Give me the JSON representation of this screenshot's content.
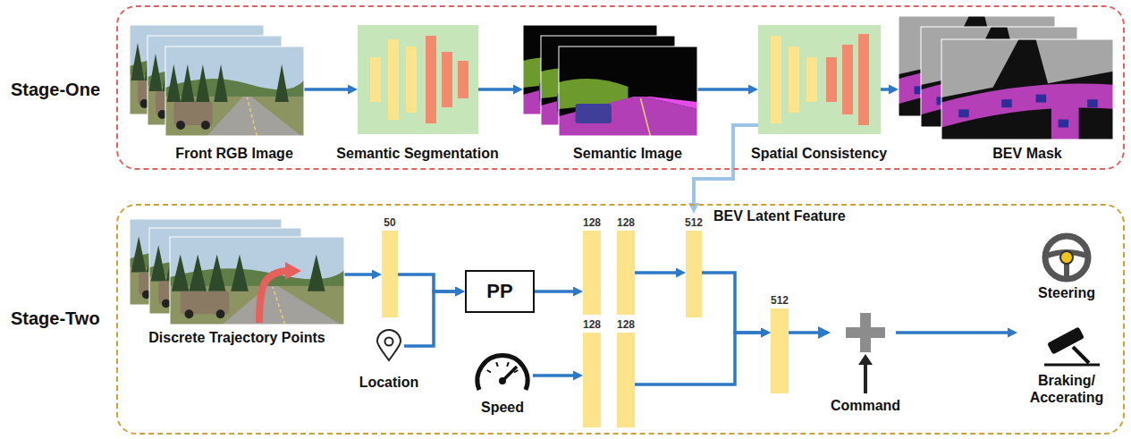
{
  "diagram": {
    "nodes": [
      {
        "text": [
          "Stage-One"
        ]
      },
      {
        "text": [
          "Front RGB Image"
        ],
        "in": 0
      },
      {
        "text": [
          "Semantic Segmentation"
        ],
        "in": 0
      },
      {
        "text": [
          "Semantic Image"
        ],
        "in": 0
      },
      {
        "text": [
          "Spatial Consistency"
        ],
        "in": 0
      },
      {
        "text": [
          "BEV Mask"
        ],
        "in": 0
      },
      {
        "text": [
          "Stage-Two"
        ]
      },
      {
        "text": [
          "Discrete Trajectory Points"
        ],
        "in": 6
      },
      {
        "text": [
          "50"
        ],
        "in": 6
      },
      {
        "text": [
          "Location"
        ],
        "in": 6
      },
      {
        "text": [
          "PP"
        ],
        "in": 6
      },
      {
        "text": [
          "128"
        ],
        "in": 6
      },
      {
        "text": [
          "128"
        ],
        "in": 6
      },
      {
        "text": [
          "512"
        ],
        "in": 6
      },
      {
        "text": [
          "Speed"
        ],
        "in": 6
      },
      {
        "text": [
          "128"
        ],
        "in": 6
      },
      {
        "text": [
          "128"
        ],
        "in": 6
      },
      {
        "text": [
          "512"
        ],
        "in": 6
      },
      {
        "text": [
          "Steering",
          "Braking/ Accerating"
        ],
        "in": 6
      }
    ],
    "edges": [
      {
        "from": 1,
        "to": 2,
        "arrow": "to"
      },
      {
        "from": 2,
        "to": 3,
        "arrow": "to"
      },
      {
        "from": 3,
        "to": 4,
        "arrow": "to"
      },
      {
        "from": 4,
        "to": 5,
        "arrow": "to"
      },
      {
        "from": 4,
        "to": 13,
        "label": "BEV Latent Feature",
        "arrow": "to"
      },
      {
        "from": 7,
        "to": 8,
        "arrow": "to"
      },
      {
        "from": 8,
        "to": 10,
        "arrow": "to"
      },
      {
        "from": 9,
        "to": 10,
        "arrow": "to"
      },
      {
        "from": 10,
        "to": 11,
        "arrow": "to"
      },
      {
        "from": 12,
        "to": 13,
        "arrow": "to"
      },
      {
        "from": 14,
        "to": 15,
        "arrow": "to"
      },
      {
        "from": 13,
        "to": 17,
        "arrow": "to"
      },
      {
        "from": 16,
        "to": 17,
        "arrow": "to"
      },
      {
        "from": 17,
        "to": 18,
        "arrow": "to"
      }
    ],
    "labels": [
      "Command"
    ]
  }
}
